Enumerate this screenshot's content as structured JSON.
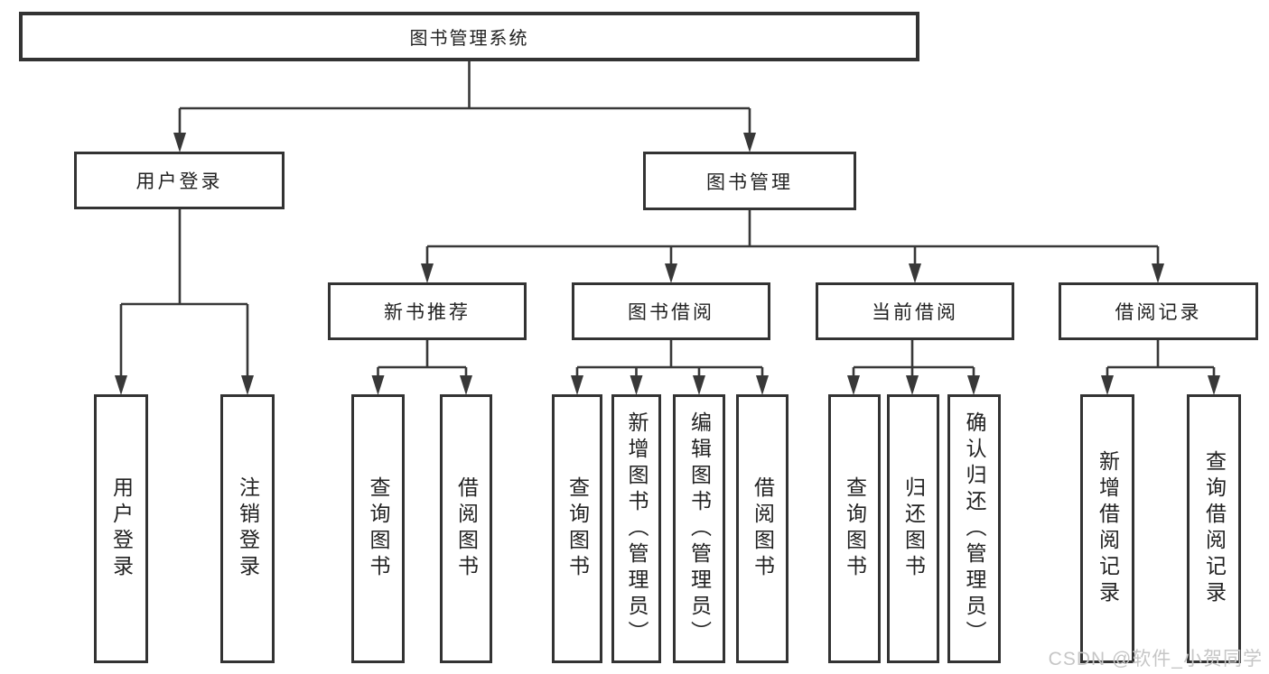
{
  "diagram_type": "hierarchy-tree",
  "colors": {
    "line": "#383838",
    "border": "#333333",
    "text": "#222222",
    "background": "#ffffff",
    "watermark": "#c6c6c6"
  },
  "tree": {
    "root": {
      "label": "图书管理系统",
      "children": [
        {
          "label": "用户登录",
          "children": [
            {
              "label": "用户登录"
            },
            {
              "label": "注销登录"
            }
          ]
        },
        {
          "label": "图书管理",
          "children": [
            {
              "label": "新书推荐",
              "children": [
                {
                  "label": "查询图书"
                },
                {
                  "label": "借阅图书"
                }
              ]
            },
            {
              "label": "图书借阅",
              "children": [
                {
                  "label": "查询图书"
                },
                {
                  "label": "新增图书（管理员）"
                },
                {
                  "label": "编辑图书（管理员）"
                },
                {
                  "label": "借阅图书"
                }
              ]
            },
            {
              "label": "当前借阅",
              "children": [
                {
                  "label": "查询图书"
                },
                {
                  "label": "归还图书"
                },
                {
                  "label": "确认归还（管理员）"
                }
              ]
            },
            {
              "label": "借阅记录",
              "children": [
                {
                  "label": "新增借阅记录"
                },
                {
                  "label": "查询借阅记录"
                }
              ]
            }
          ]
        }
      ]
    }
  },
  "watermark": {
    "text": "CSDN @软件_小贺同学"
  }
}
